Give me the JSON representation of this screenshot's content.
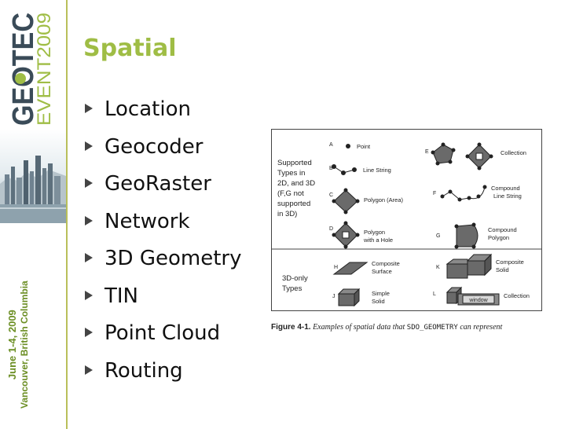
{
  "brand": {
    "logo_line1": "GEOTEC",
    "logo_line2": "EVENT2009",
    "dates": "June 1-4, 2009",
    "location": "Vancouver, British Columbia",
    "accent_green": "#9fbd45"
  },
  "slide": {
    "title": "Spatial",
    "bullets": [
      "Location",
      "Geocoder",
      "GeoRaster",
      "Network",
      "3D Geometry",
      "TIN",
      "Point Cloud",
      "Routing"
    ]
  },
  "figure": {
    "supported_label": [
      "Supported",
      "Types in",
      "2D, and 3D",
      "(F,G not",
      "supported",
      "in 3D)"
    ],
    "only3d_label": [
      "3D-only",
      "Types"
    ],
    "items": [
      {
        "letter": "A",
        "label": [
          "Point"
        ]
      },
      {
        "letter": "B",
        "label": [
          "Line String"
        ]
      },
      {
        "letter": "C",
        "label": [
          "Polygon (Area)"
        ]
      },
      {
        "letter": "D",
        "label": [
          "Polygon",
          "with a Hole"
        ]
      },
      {
        "letter": "E",
        "label": [
          "Collection"
        ]
      },
      {
        "letter": "F",
        "label": [
          "Compound",
          "Line String"
        ]
      },
      {
        "letter": "G",
        "label": [
          "Compound",
          "Polygon"
        ]
      },
      {
        "letter": "H",
        "label": [
          "Composite",
          "Surface"
        ]
      },
      {
        "letter": "J",
        "label": [
          "Simple",
          "Solid"
        ]
      },
      {
        "letter": "K",
        "label": [
          "Composite",
          "Solid"
        ]
      },
      {
        "letter": "L",
        "label": [
          "Collection"
        ]
      }
    ],
    "window_label": "window",
    "caption_num": "Figure 4-1.",
    "caption_text_a": "Examples of spatial data that",
    "caption_mono": "SDO_GEOMETRY",
    "caption_text_b": "can represent"
  }
}
